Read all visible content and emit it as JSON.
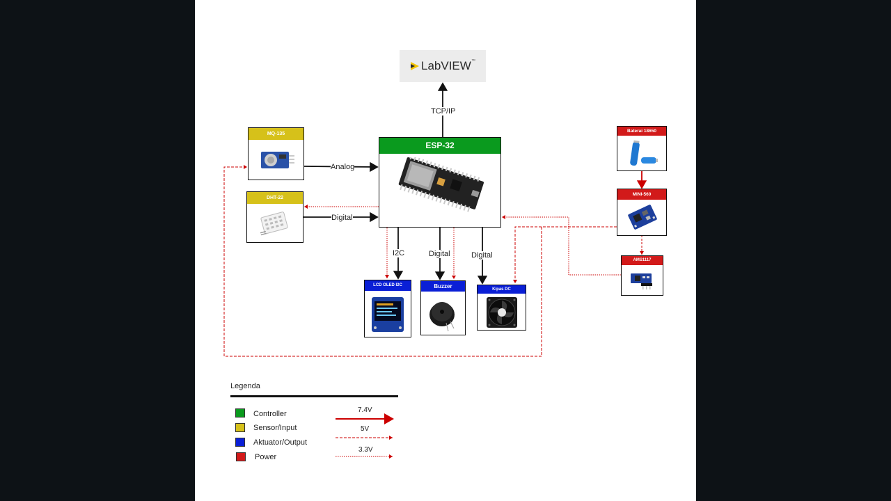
{
  "colors": {
    "controller": "#0a9a1e",
    "sensor": "#d6c11a",
    "actuator": "#0a1fd6",
    "power": "#d21a1a"
  },
  "labview": {
    "text": "LabVIEW",
    "tm": "™"
  },
  "esp32": {
    "title": "ESP-32"
  },
  "mq135": {
    "title": "MQ-135"
  },
  "dht22": {
    "title": "DHT-22"
  },
  "oled": {
    "title": "LCD OLED I2C",
    "screen_lines": [
      "",
      "",
      ""
    ]
  },
  "buzzer": {
    "title": "Buzzer"
  },
  "fan": {
    "title": "Kipas DC"
  },
  "battery": {
    "title": "Baterai 18650"
  },
  "mini560": {
    "title": "MINI-560"
  },
  "ams1117": {
    "title": "AMS1117"
  },
  "connections": {
    "tcpip": "TCP/IP",
    "analog": "Analog",
    "digital_dht": "Digital",
    "i2c": "I2C",
    "digital_buzzer": "Digital",
    "digital_fan": "Digital"
  },
  "legend": {
    "title": "Legenda",
    "items": [
      "Controller",
      "Sensor/Input",
      "Aktuator/Output",
      "Power"
    ],
    "lines": [
      "7.4V",
      "5V",
      "3.3V"
    ]
  }
}
